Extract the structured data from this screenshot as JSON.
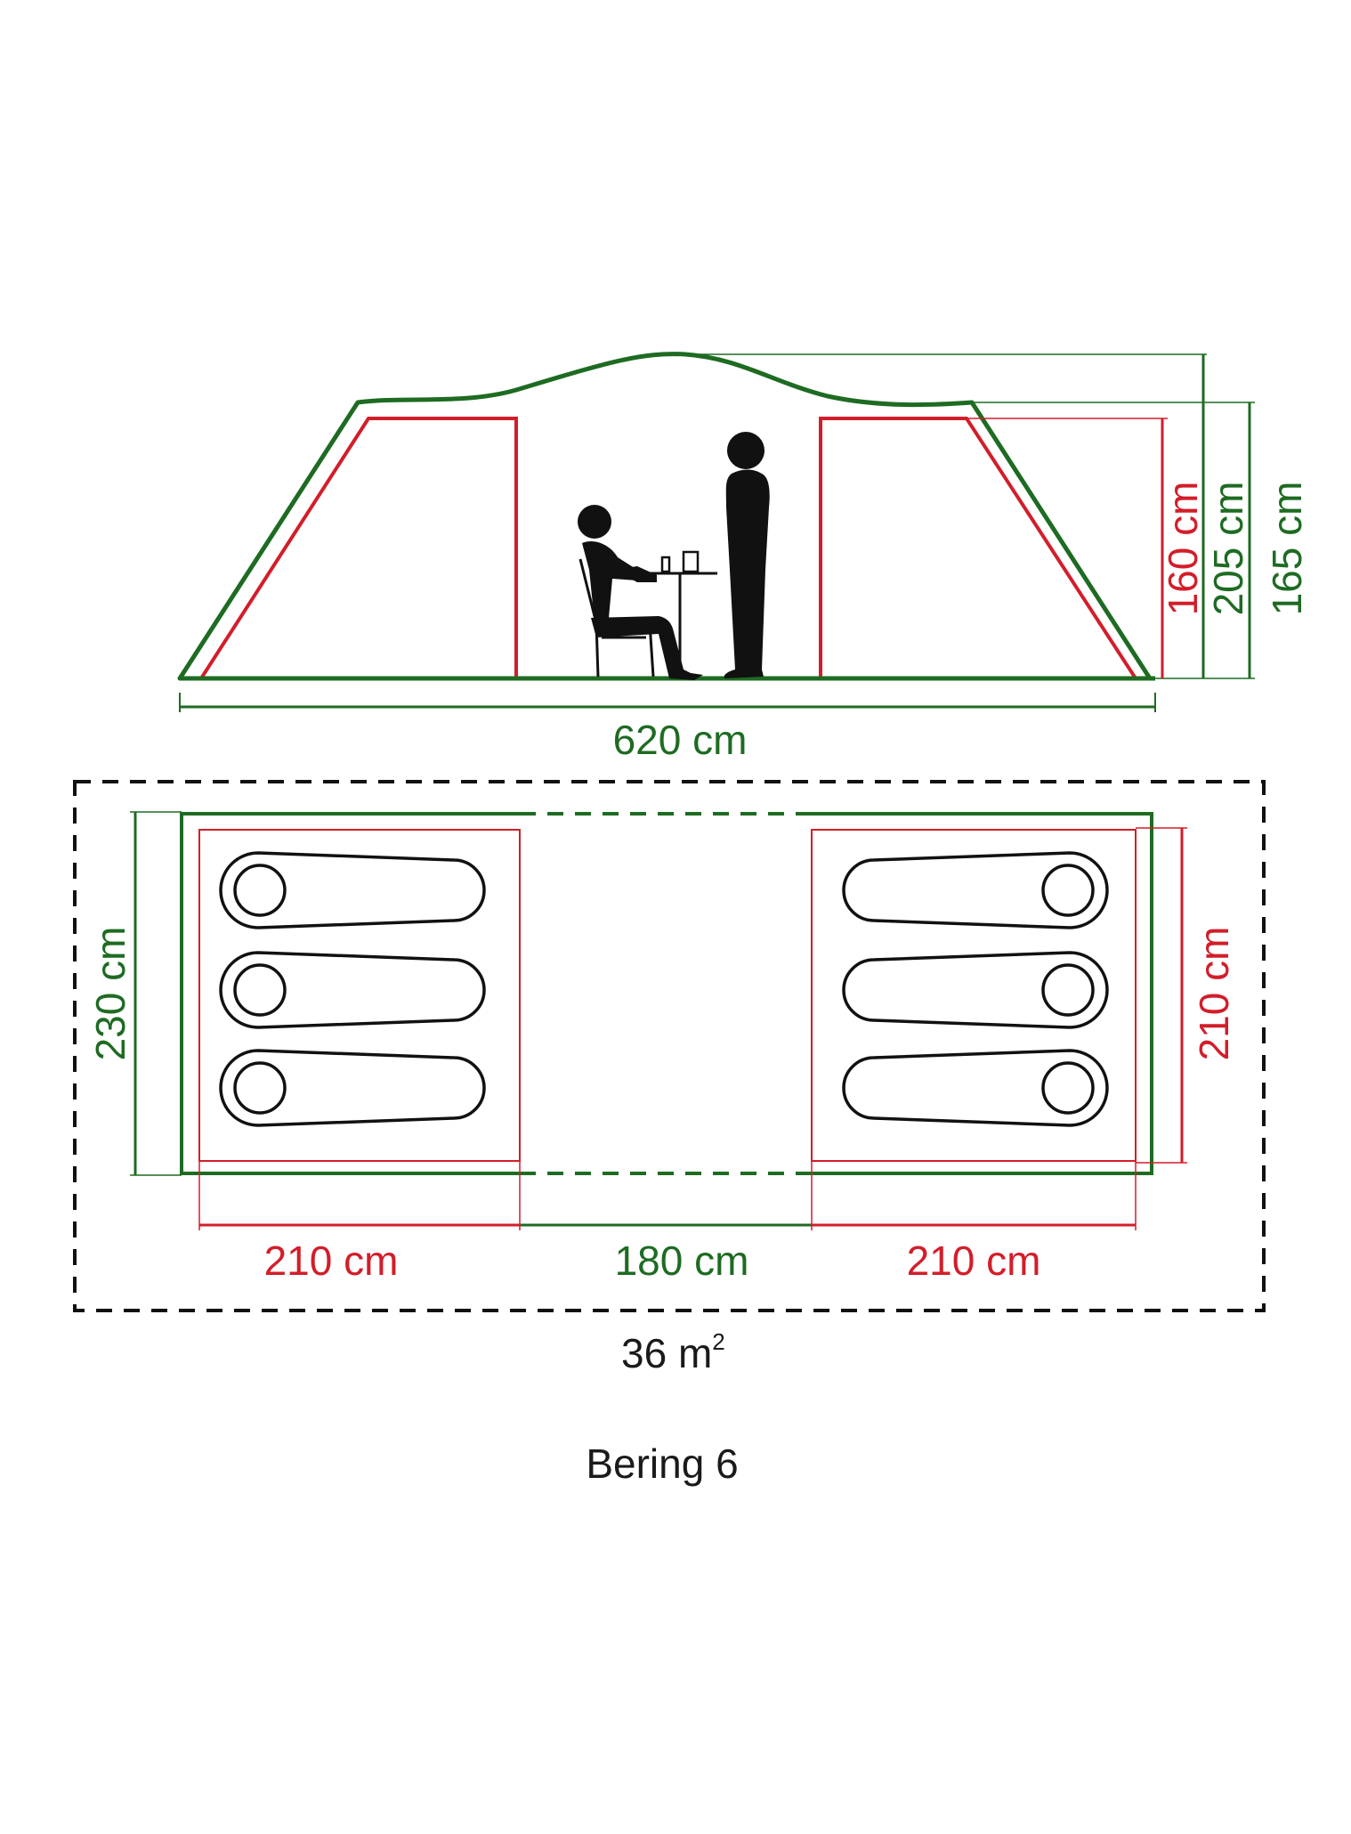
{
  "colors": {
    "outer_fly": "#1e6b22",
    "inner_tent": "#d21e2a",
    "footprint": "#111111",
    "figures": "#111111"
  },
  "side_view": {
    "length_label": "620 cm",
    "bedroom_height_label": "160 cm",
    "peak_height_label": "205 cm",
    "side_height_label": "165 cm"
  },
  "floor_plan": {
    "width_label": "230 cm",
    "bedroom_depth_label": "210 cm",
    "left_bedroom_label": "210 cm",
    "living_area_label": "180 cm",
    "right_bedroom_label": "210 cm",
    "area_value": "36 m",
    "area_unit_exponent": "2",
    "sleeping_bag_count": 6
  },
  "model_name": "Bering 6"
}
